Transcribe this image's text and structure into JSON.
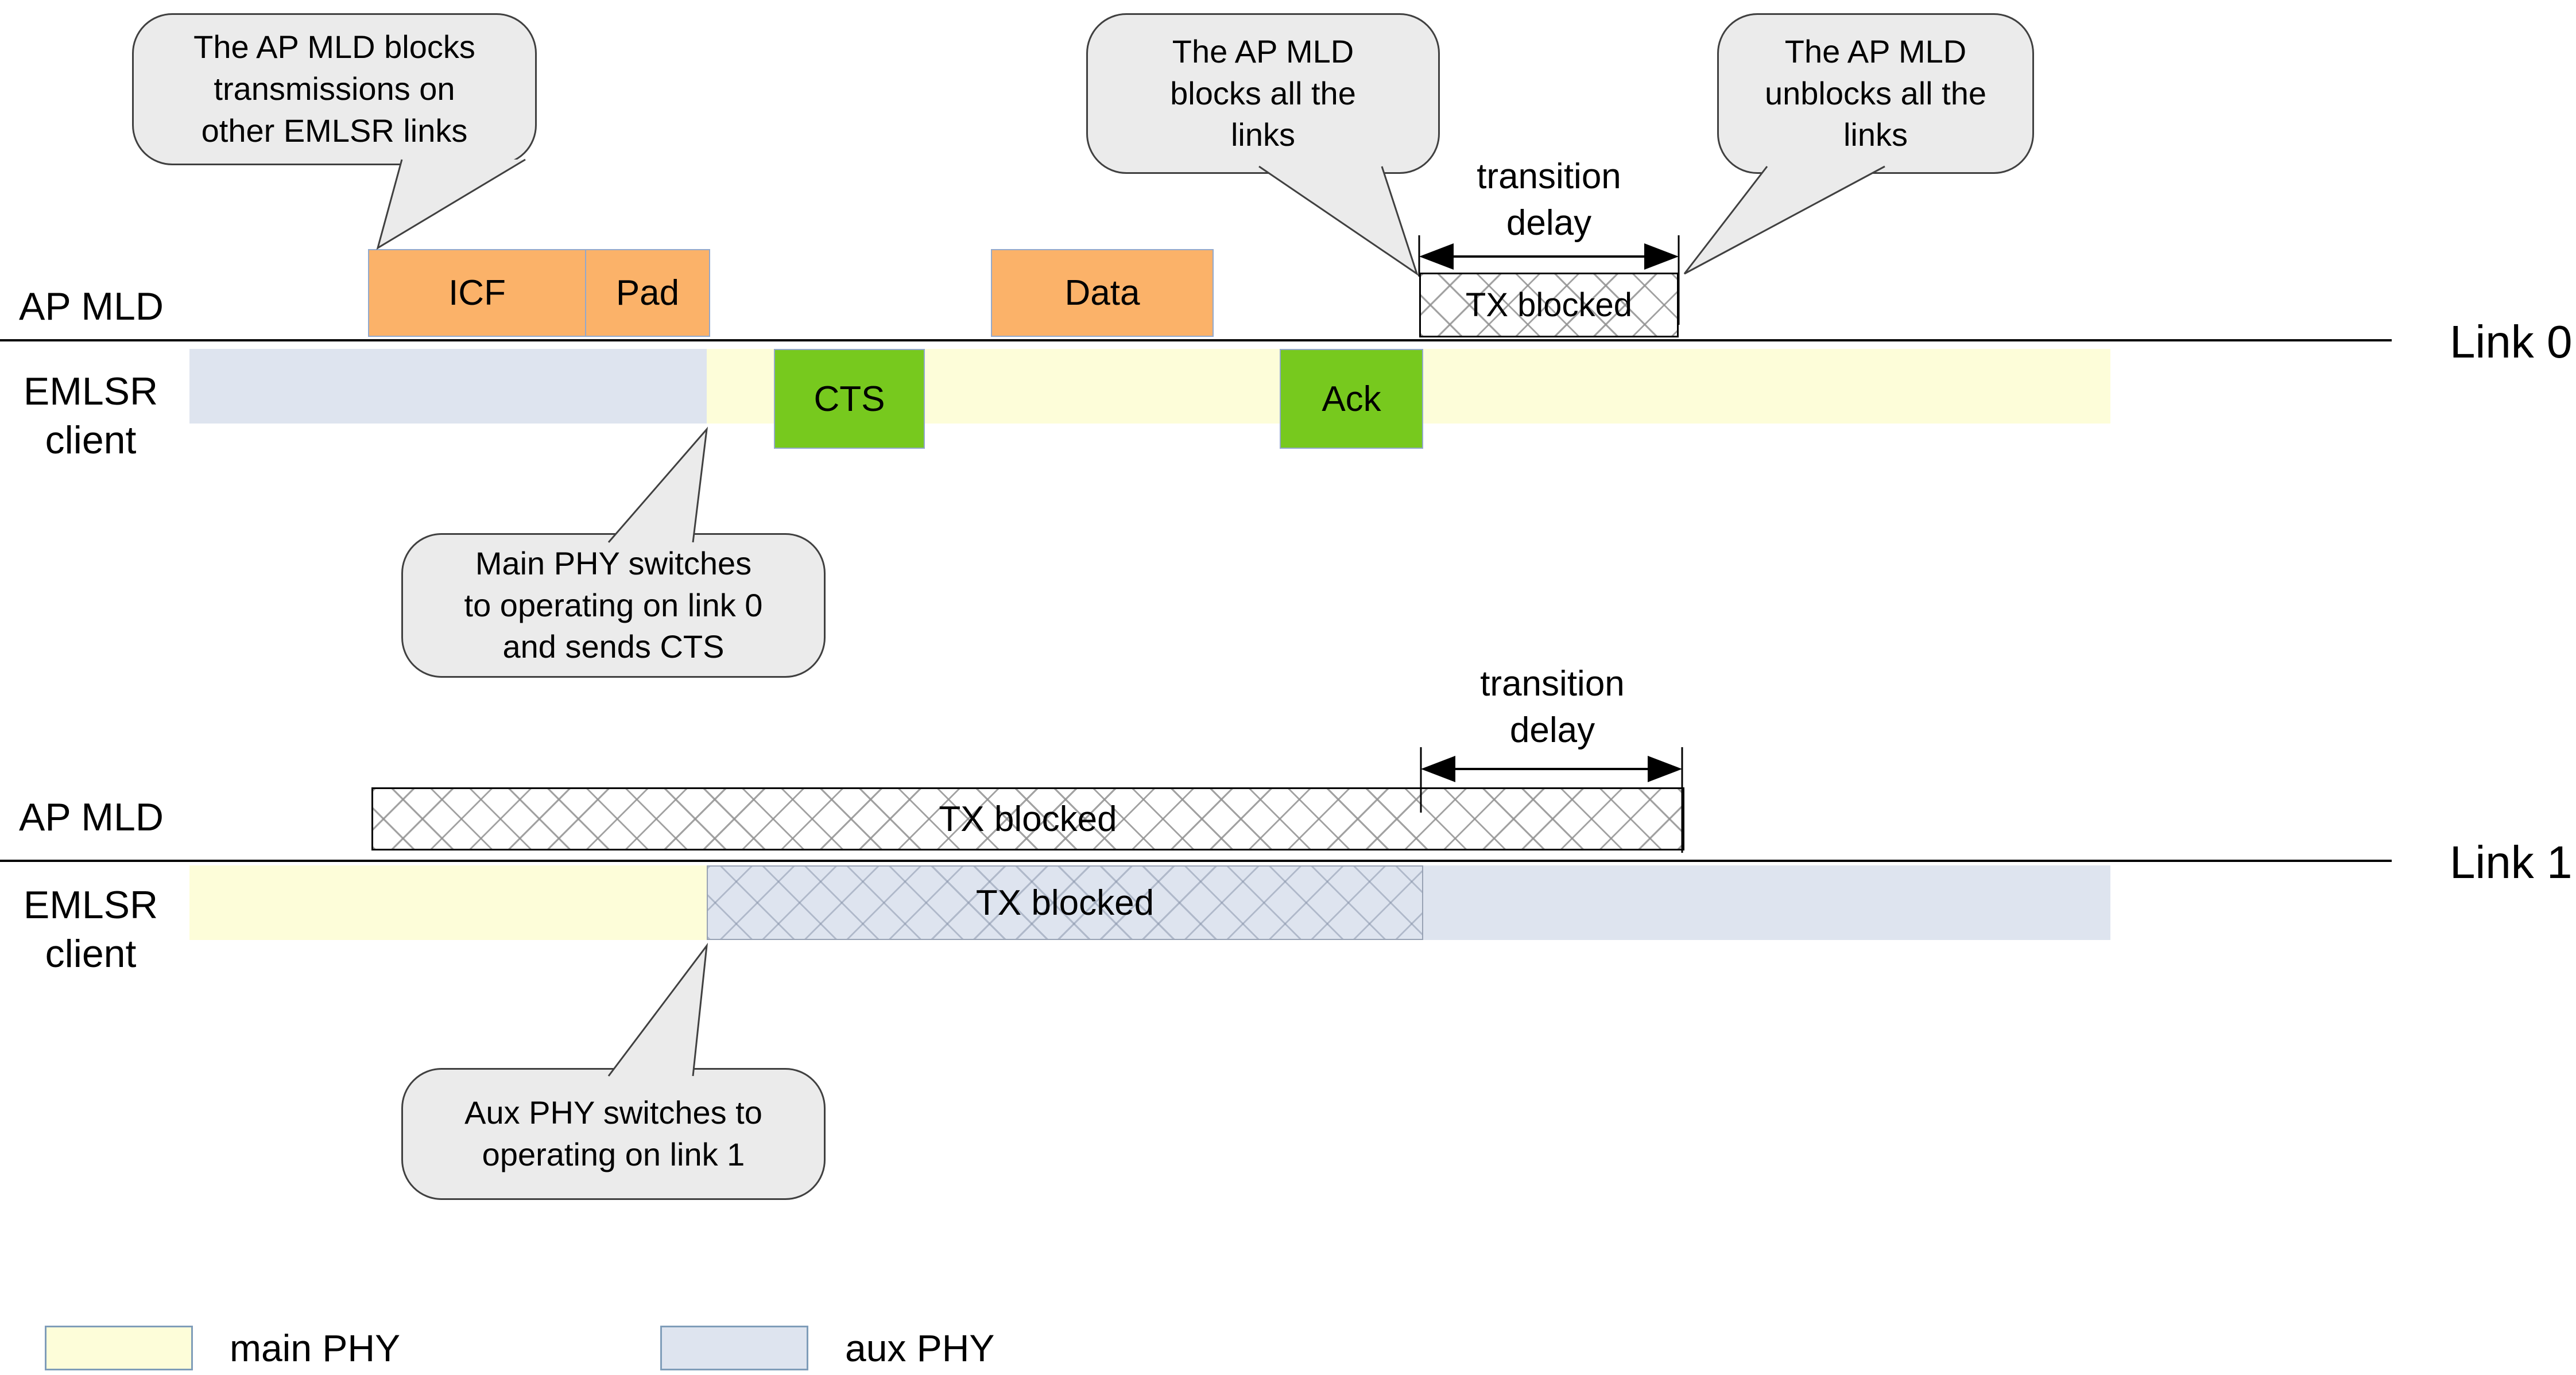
{
  "colors": {
    "main": "#FDFDD9",
    "aux": "#DEE4EF",
    "orange": "#FBB269",
    "green": "#77C91E",
    "bubble_fill": "#EBEBEB",
    "box_border": "#93A9CC"
  },
  "rows": {
    "ap_mld": "AP MLD",
    "emlsr_client": "EMLSR\nclient"
  },
  "links": {
    "link0": "Link 0",
    "link1": "Link 1"
  },
  "frames": {
    "icf": "ICF",
    "pad": "Pad",
    "data": "Data",
    "cts": "CTS",
    "ack": "Ack",
    "tx_blocked": "TX blocked"
  },
  "timing": {
    "transition_delay": "transition\ndelay"
  },
  "bubbles": {
    "blocks_other_links": "The AP MLD blocks\ntransmissions on\nother EMLSR links",
    "blocks_all_links": "The AP MLD\nblocks all the\nlinks",
    "unblocks_all_links": "The AP MLD\nunblocks all the\nlinks",
    "main_phy_switch": "Main PHY switches\nto operating on link 0\nand sends CTS",
    "aux_phy_switch": "Aux PHY switches to\noperating on link 1"
  },
  "legend": {
    "main_label": "main PHY",
    "aux_label": "aux PHY"
  }
}
